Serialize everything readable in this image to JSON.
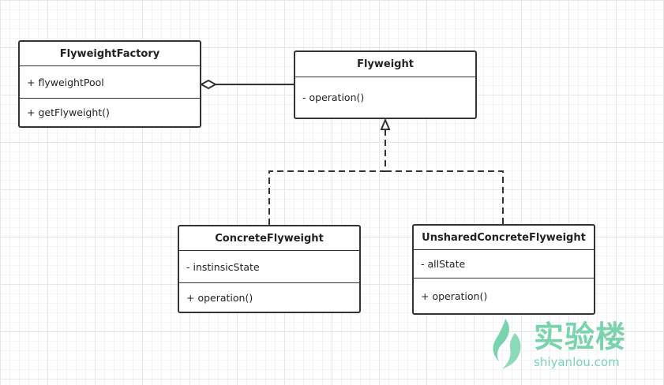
{
  "diagram": {
    "classes": {
      "flyweight_factory": {
        "name": "FlyweightFactory",
        "attributes": [
          "+ flyweightPool"
        ],
        "operations": [
          "+ getFlyweight()"
        ]
      },
      "flyweight": {
        "name": "Flyweight",
        "operations": [
          "- operation()"
        ]
      },
      "concrete_flyweight": {
        "name": "ConcreteFlyweight",
        "attributes": [
          "- instinsicState"
        ],
        "operations": [
          "+ operation()"
        ]
      },
      "unshared_concrete_flyweight": {
        "name": "UnsharedConcreteFlyweight",
        "attributes": [
          "- allState"
        ],
        "operations": [
          "+ operation()"
        ]
      }
    },
    "relationships": [
      {
        "type": "aggregation",
        "from": "FlyweightFactory",
        "to": "Flyweight"
      },
      {
        "type": "realization",
        "from": "ConcreteFlyweight",
        "to": "Flyweight"
      },
      {
        "type": "realization",
        "from": "UnsharedConcreteFlyweight",
        "to": "Flyweight"
      }
    ]
  },
  "watermark": {
    "name": "实验楼",
    "domain": "shiyanlou.com",
    "color": "#79d3ac"
  },
  "colors": {
    "line": "#333333",
    "grid": "#e6e6e6"
  }
}
